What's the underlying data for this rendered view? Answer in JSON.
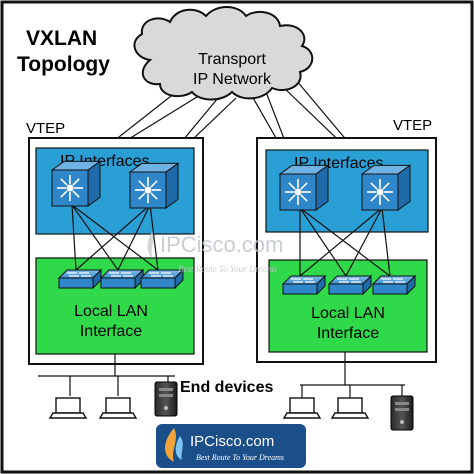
{
  "title": {
    "line1": "VXLAN",
    "line2": "Topology"
  },
  "cloud": {
    "line1": "Transport",
    "line2": "IP Network"
  },
  "vteps": [
    {
      "label": "VTEP",
      "ip_label": "IP Interfaces",
      "lan_line1": "Local LAN",
      "lan_line2": "Interface"
    },
    {
      "label": "VTEP",
      "ip_label": "IP Interfaces",
      "lan_line1": "Local LAN",
      "lan_line2": "Interface"
    }
  ],
  "end_devices_label": "End devices",
  "watermark": {
    "text": "IPCisco.com",
    "tagline": "Best Route To Your Dreams"
  },
  "logo": {
    "text": "IPCisco.com",
    "tagline": "Best Route To Your Dreams"
  },
  "colors": {
    "ip_box": "#2a9fd6",
    "lan_box": "#2fd94a",
    "device_blue": "#2f86c9",
    "cloud_fill": "#d9d9d9",
    "logo_bg": "#1a4f8a"
  },
  "icons": [
    "cloud-icon",
    "multilayer-switch-icon",
    "switch-icon",
    "laptop-icon",
    "server-icon"
  ]
}
